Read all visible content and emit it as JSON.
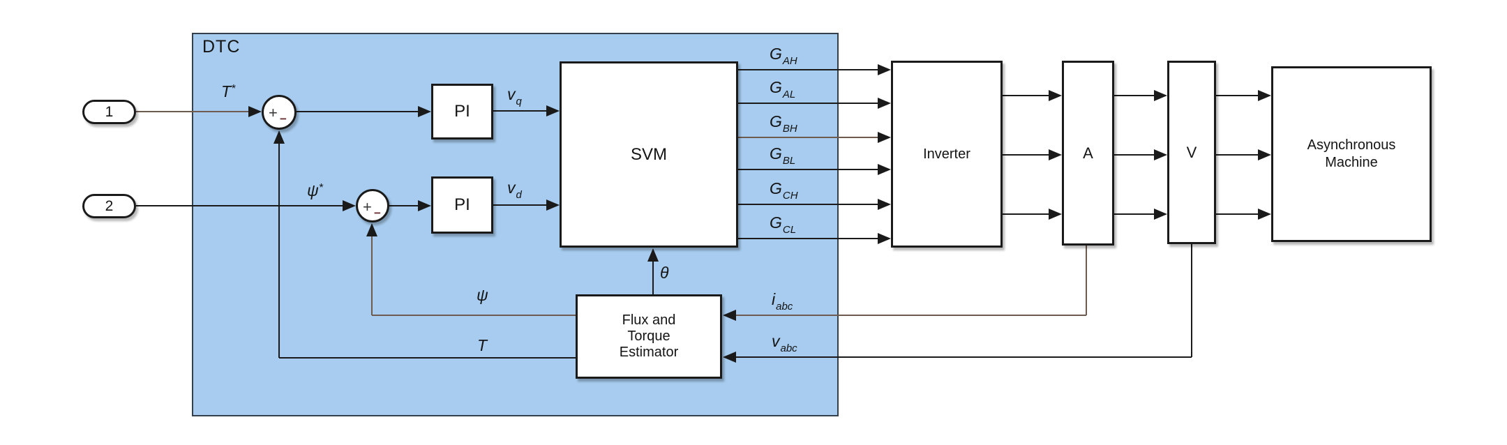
{
  "region": {
    "label": "DTC"
  },
  "ports": [
    {
      "label": "1"
    },
    {
      "label": "2"
    }
  ],
  "blocks": {
    "pi_torque": {
      "label": "PI"
    },
    "pi_flux": {
      "label": "PI"
    },
    "svm": {
      "label": "SVM"
    },
    "estimator": {
      "lines": [
        "Flux and",
        "Torque",
        "Estimator"
      ]
    },
    "inverter": {
      "label": "Inverter"
    },
    "current_meter": {
      "label": "A"
    },
    "voltage_meter": {
      "label": "V"
    },
    "machine": {
      "lines": [
        "Asynchronous",
        "Machine"
      ]
    }
  },
  "sums": {
    "torque": {
      "plus": "+",
      "minus": "−"
    },
    "flux": {
      "plus": "+",
      "minus": "−"
    }
  },
  "signals": {
    "torque_ref": {
      "base": "T",
      "sup": "*"
    },
    "flux_ref": {
      "base": "ψ",
      "sup": "*"
    },
    "vq": {
      "base": "v",
      "sub": "q"
    },
    "vd": {
      "base": "v",
      "sub": "d"
    },
    "theta": {
      "base": "θ"
    },
    "psi": {
      "base": "ψ"
    },
    "torque": {
      "base": "T"
    },
    "gates": [
      {
        "base": "G",
        "sub": "AH"
      },
      {
        "base": "G",
        "sub": "AL"
      },
      {
        "base": "G",
        "sub": "BH"
      },
      {
        "base": "G",
        "sub": "BL"
      },
      {
        "base": "G",
        "sub": "CH"
      },
      {
        "base": "G",
        "sub": "CL"
      }
    ],
    "i_abc": {
      "base": "i",
      "sub": "abc"
    },
    "v_abc": {
      "base": "v",
      "sub": "abc"
    }
  },
  "colors": {
    "region_fill": "#A7CCEF",
    "region_border": "#35404D",
    "line": "#1A1A1A",
    "thin_line": "#6E5B50",
    "text": "#141414",
    "block_fill": "#FFFFFF",
    "minus": "#6B2F2F"
  }
}
